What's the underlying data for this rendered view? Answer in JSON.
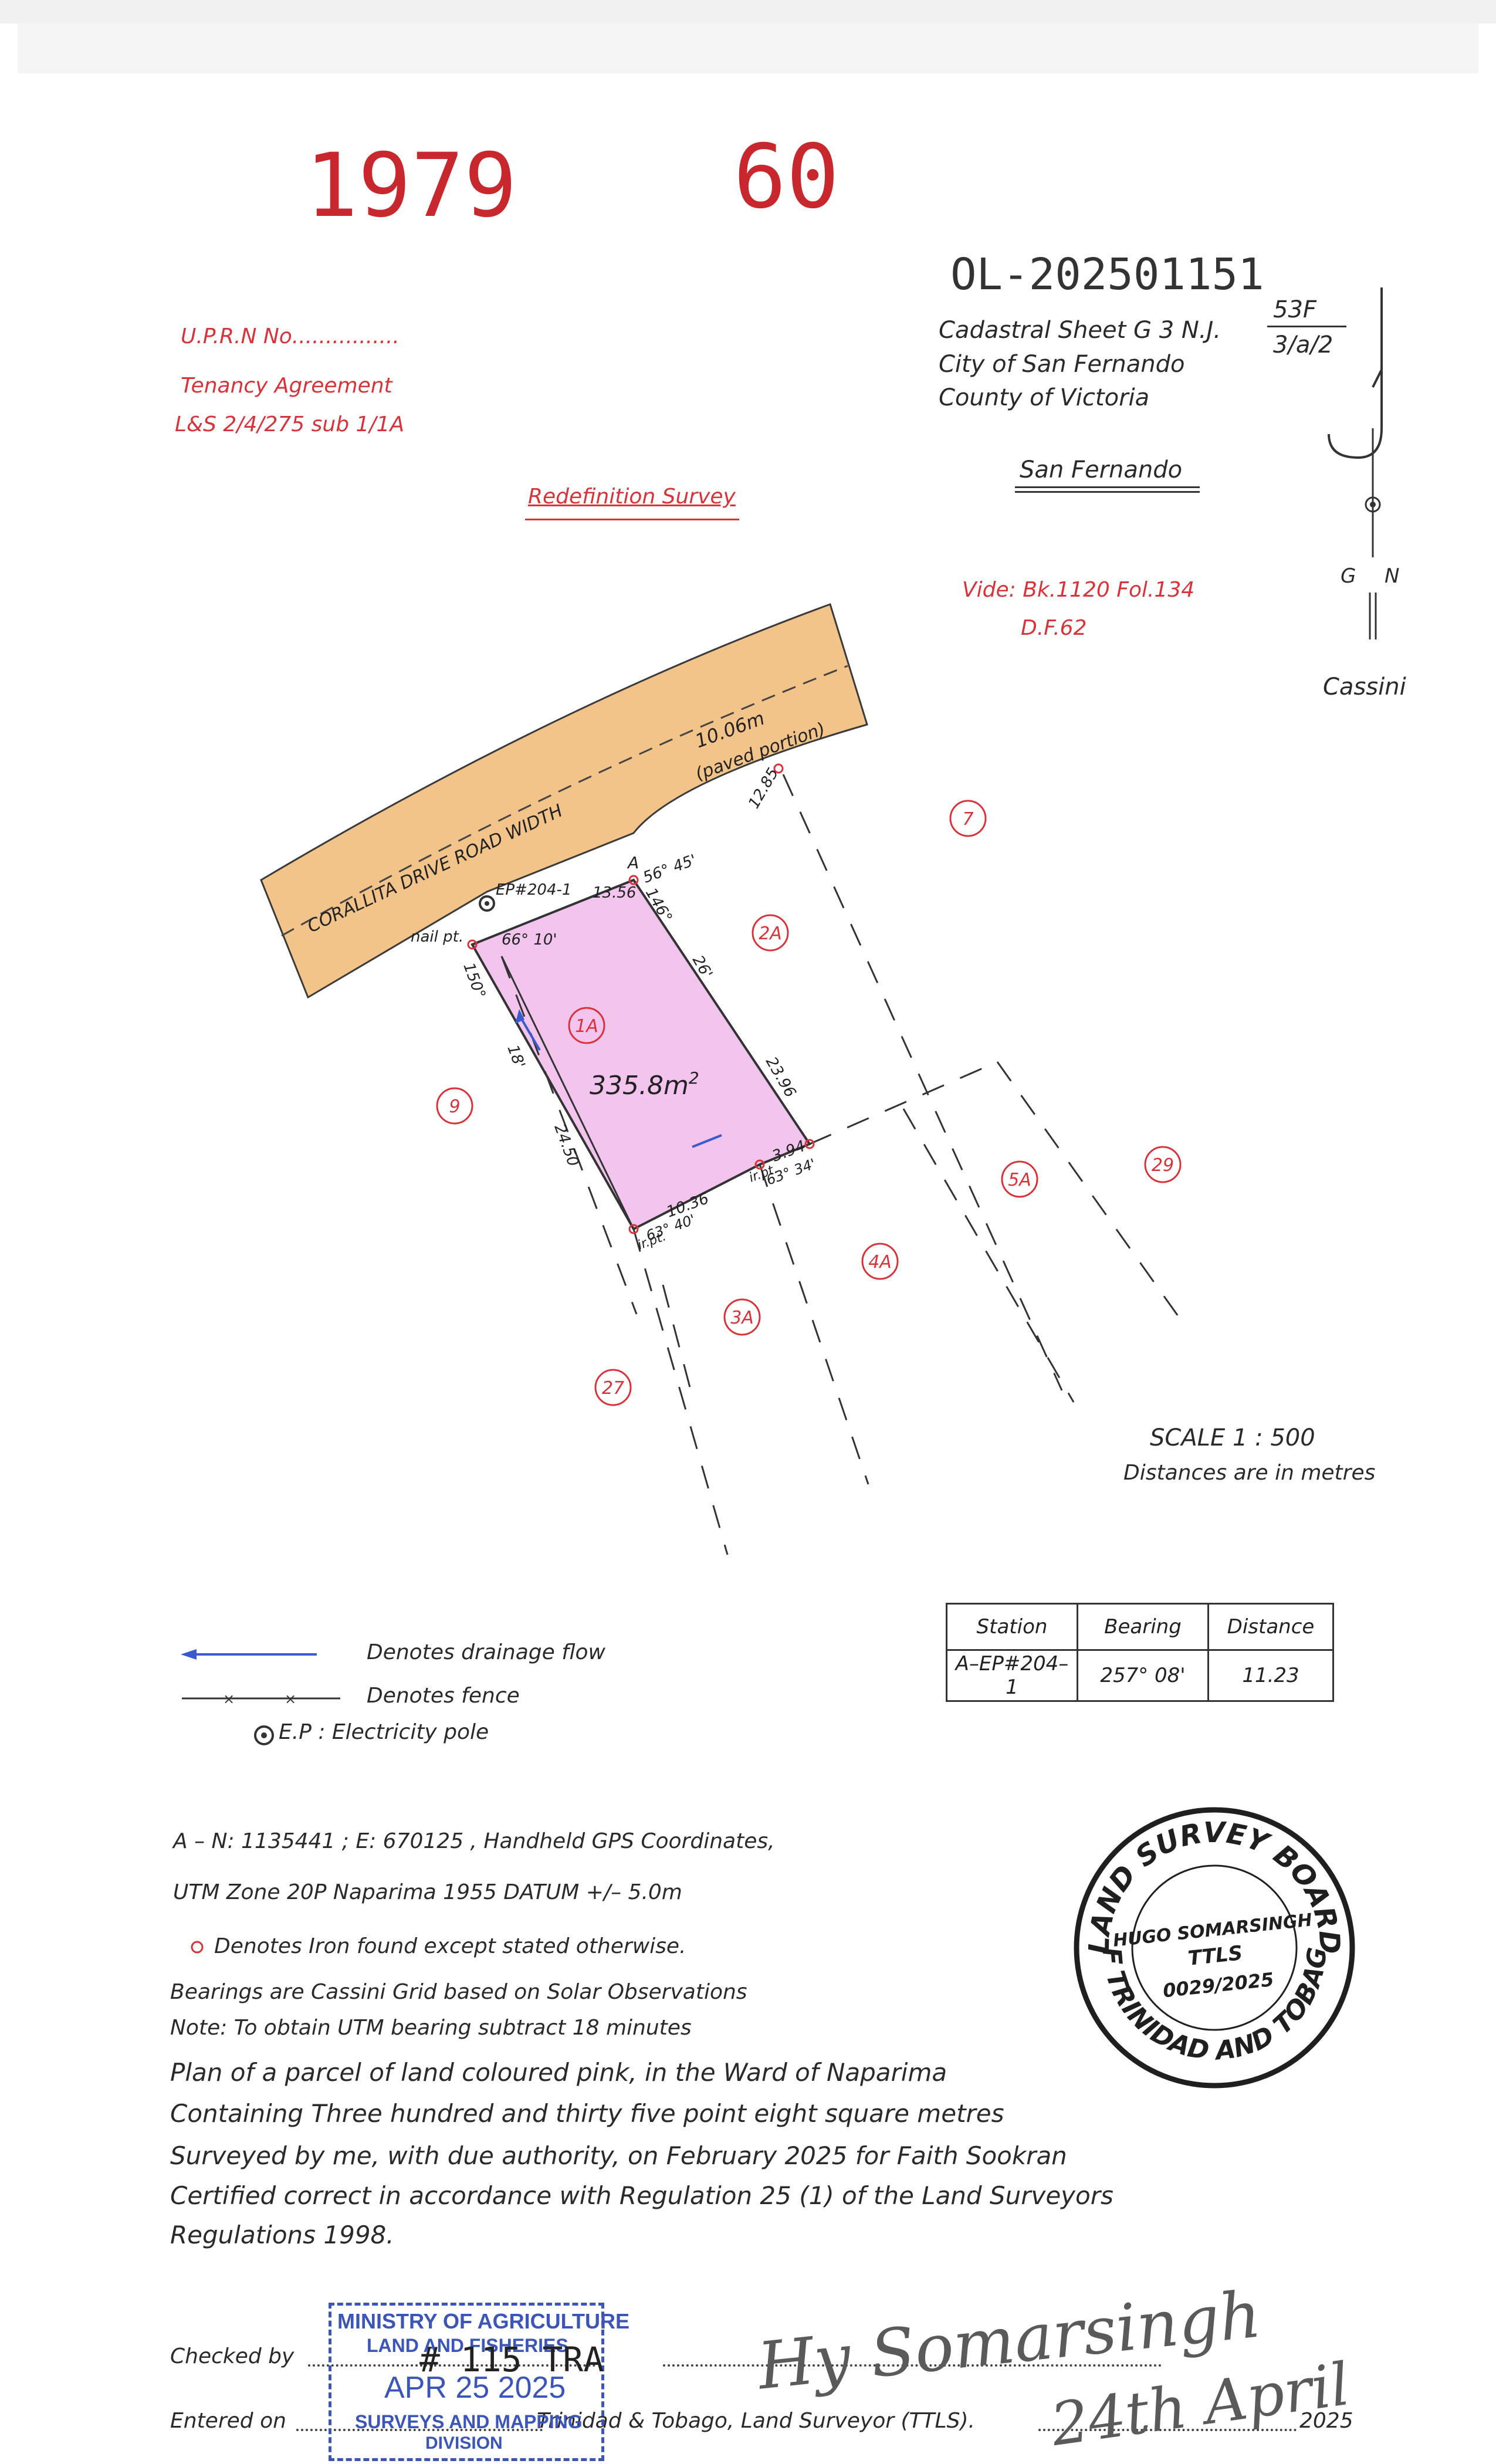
{
  "header": {
    "stamp_left": "1979",
    "stamp_right": "60",
    "file_ref": "OL-202501151"
  },
  "references": {
    "uprn": "U.P.R.N No................",
    "tenancy": "Tenancy Agreement",
    "ls_ref": "L&S 2/4/275 sub 1/1A",
    "survey_type": "Redefinition Survey"
  },
  "location": {
    "sheet": "Cadastral Sheet G 3 N.J.",
    "sheet_num": "53F",
    "sheet_den": "3/a/2",
    "city": "City of San Fernando",
    "county": "County of Victoria",
    "ward": "San Fernando",
    "vide": "Vide: Bk.1120 Fol.134",
    "df": "D.F.62",
    "north_g": "G",
    "north_n": "N",
    "grid": "Cassini"
  },
  "plan": {
    "road_name": "CORALLITA     DRIVE     ROAD     WIDTH",
    "road_width": "10.06m",
    "road_note": "(paved portion)",
    "area": "335.8m",
    "area_sup": "2",
    "ep_label": "EP#204-1",
    "nail_label": "nail pt.",
    "point_a": "A",
    "dims": {
      "d1": "13.56",
      "d2": "12.85",
      "d3": "23.96",
      "d4": "10.36",
      "d5": "3.94",
      "d6": "24.50",
      "b1": "56°   45'",
      "b2": "66°   10'",
      "b3": "150°",
      "b4": "18'",
      "b5": "146°",
      "b6": "26'",
      "b7": "63°   34'",
      "b8": "63°   40'",
      "irpt1": "ir.pt.",
      "irpt2": "ir.pt."
    },
    "lots": [
      "7",
      "2A",
      "1A",
      "9",
      "5A",
      "29",
      "4A",
      "3A",
      "27"
    ]
  },
  "scale": {
    "scale": "SCALE    1  :  500",
    "units": "Distances are in metres"
  },
  "legend": {
    "drainage": "Denotes drainage flow",
    "fence": "Denotes fence",
    "ep": "E.P :  Electricity pole"
  },
  "station_table": {
    "headers": [
      "Station",
      "Bearing",
      "Distance"
    ],
    "row": [
      "A–EP#204–1",
      "257°  08'",
      "11.23"
    ]
  },
  "notes": {
    "gps": "A  –  N:  1135441  ;  E:  670125  ,  Handheld  GPS  Coordinates,",
    "utm": "UTM  Zone  20P  Naparima  1955  DATUM      +/–  5.0m",
    "iron": "Denotes  Iron  found  except  stated  otherwise.",
    "bearings": "Bearings  are  Cassini  Grid  based  on  Solar  Observations",
    "utm_note": "Note:  To  obtain  UTM  bearing  subtract  18  minutes"
  },
  "certification": {
    "line1": "Plan  of  a  parcel  of  land  coloured  pink,  in  the  Ward  of  Naparima",
    "line2": "Containing  Three  hundred  and  thirty  five  point  eight  square  metres",
    "line3": "Surveyed  by  me,  with  due  authority,  on  February  2025  for  Faith  Sookran",
    "line4": "Certified  correct  in  accordance  with  Regulation  25  (1)  of  the  Land  Surveyors",
    "line5": "Regulations  1998."
  },
  "seal": {
    "outer_top": "LAND SURVEY BOARD",
    "outer_bottom": "OF TRINIDAD AND TOBAGO",
    "name": "HUGO SOMARSINGH",
    "title": "TTLS",
    "number": "0029/2025"
  },
  "footer": {
    "checked": "Checked  by",
    "entered": "Entered  on",
    "surveyor": "Trinidad  &  Tobago,  Land  Surveyor  (TTLS).",
    "year": "2025",
    "signature": "Hy Somarsingh",
    "date_hand": "24th April"
  },
  "ministry_stamp": {
    "line1": "MINISTRY OF AGRICULTURE",
    "line2": "LAND AND FISHERIES",
    "date": "APR 25 2025",
    "line4": "SURVEYS AND MAPPING",
    "line5": "DIVISION",
    "hand": "# 115 TRA"
  },
  "colors": {
    "parcel": "#f2c4ee",
    "road": "#f3c48a",
    "red": "#d9333a",
    "stamp_blue": "#3b55b8"
  }
}
